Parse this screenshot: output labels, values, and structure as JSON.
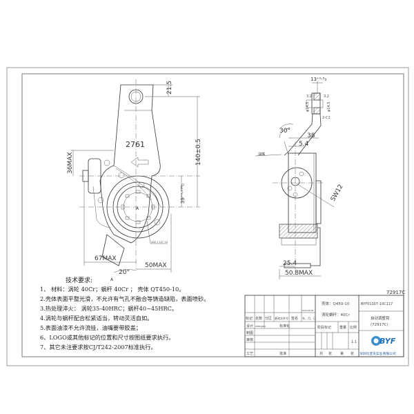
{
  "drawing": {
    "part_number_mark": "2761",
    "drawing_code": "72917C",
    "left_view_dimensions": {
      "top_offset": "21.5",
      "length": "140±0.5",
      "height_max": "36MAX",
      "spline_offset": "39⁺⁰·⁰³⁸₀",
      "width_left_max": "67MAX",
      "width_right_max": "50MAX",
      "angle": "20°",
      "section_label": "A",
      "spline_note": "SAE 1 1/2\" 10"
    },
    "right_view_dimensions": {
      "top_width": "13⁺⁰·⁵₀",
      "roughness_left": "3.2",
      "roughness_right": "3.2",
      "hole_left": "φ14.5",
      "hole_right": "φ14.5",
      "chamfer": "2-C1",
      "angle": "30°",
      "offset": "38",
      "gap": "5.4",
      "grease_fitting_label": "油嘴",
      "wrench_size": "SW12",
      "half_width": "25.4",
      "total_width_max": "50.8MAX"
    }
  },
  "technical_requirements": {
    "title": "技术要求:",
    "items": [
      "1、 材料：涡轮 40Cr；蜗杆 40Cr ；  壳体 QT450-10。",
      "2.壳体表面平整光滑，不允许有气孔不融合等铸造缺陷，表面喷砂。",
      "3.热处理淬火：  涡轮35-40HRC；蜗杆40~45HRC。",
      "4.涡轮与蜗杆配合松紧适当，转动灵活自如。",
      "5.表面油漆不允许流挂，油嘴要带胶盖；",
      "6、LOGO或其他标记的位置和尺寸按图纸要求执行。",
      "7、其它未注要求按CJ/T242-2007标准执行。"
    ]
  },
  "title_block": {
    "material_housing": "壳体：Q450-10",
    "material_worm": "涡轮蜗杆：40Cr",
    "drawing_number": "BYF01007-10C117",
    "part_name": "自动调整臂",
    "part_model": "(72917C)",
    "date": "2020.06.08",
    "revision_headers": [
      "标记",
      "处数",
      "分区",
      "更改文件号",
      "签名",
      "年、月、日"
    ],
    "row_labels": [
      "设计",
      "制图",
      "审核",
      "工艺"
    ],
    "designer": "zhangxu",
    "standardization": "标准化",
    "approval": "批准",
    "stage_marks": "阶段标记",
    "weight": "重量",
    "scale": "比例",
    "scale_value": "1:1",
    "sheets": [
      "共",
      "张",
      "第",
      "张"
    ],
    "logo_text": "BYF",
    "company": "深圳比亚夫实业有限公司"
  }
}
